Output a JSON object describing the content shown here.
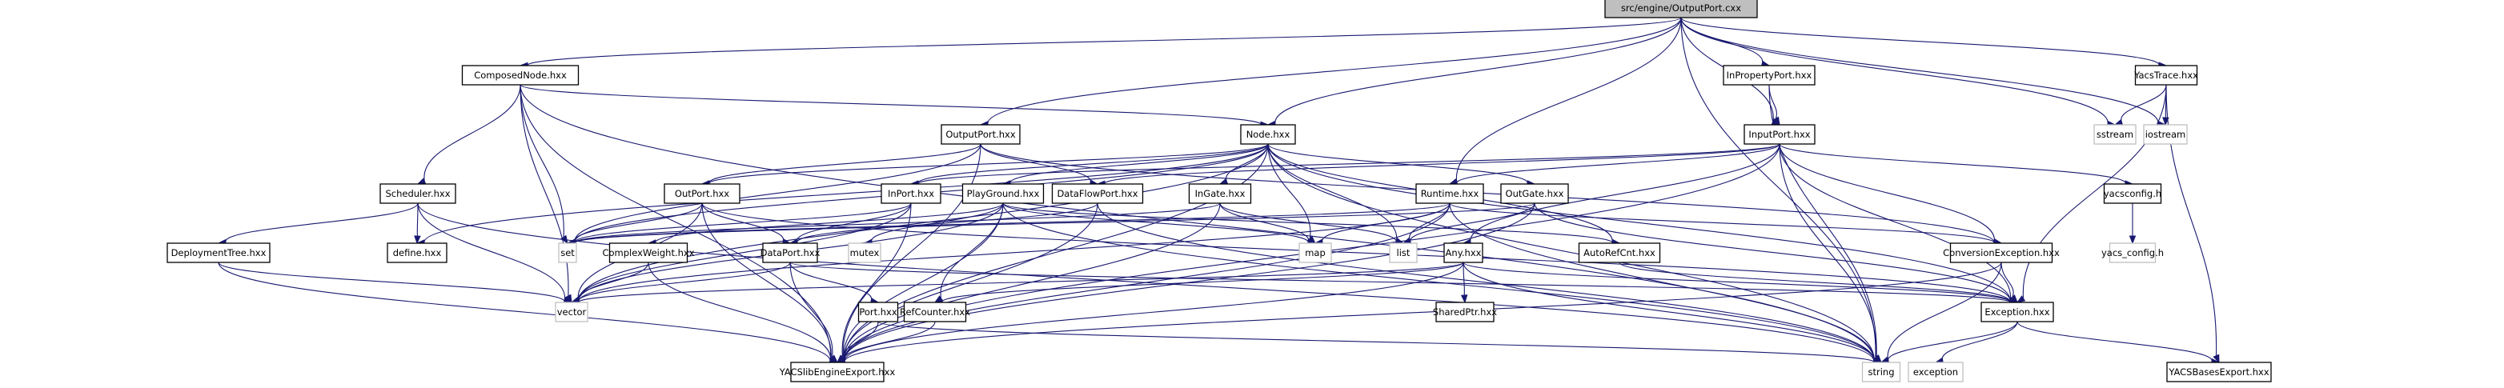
{
  "diagram": {
    "title": "src/engine/OutputPort.cxx",
    "type": "include-dependency-graph",
    "colors": {
      "edge": "#191970",
      "root_fill": "#bfbfbf",
      "node_border": "#000000",
      "external_border": "#bfbfbf"
    },
    "nodes": [
      {
        "id": "root",
        "label": "src/engine/OutputPort.cxx",
        "kind": "root"
      },
      {
        "id": "ComposedNode",
        "label": "ComposedNode.hxx",
        "kind": "local"
      },
      {
        "id": "InPropertyPort",
        "label": "InPropertyPort.hxx",
        "kind": "local"
      },
      {
        "id": "YacsTrace",
        "label": "YacsTrace.hxx",
        "kind": "local"
      },
      {
        "id": "OutputPort",
        "label": "OutputPort.hxx",
        "kind": "local"
      },
      {
        "id": "Node",
        "label": "Node.hxx",
        "kind": "local"
      },
      {
        "id": "InputPort",
        "label": "InputPort.hxx",
        "kind": "local"
      },
      {
        "id": "sstream",
        "label": "sstream",
        "kind": "external"
      },
      {
        "id": "iostream",
        "label": "iostream",
        "kind": "external"
      },
      {
        "id": "Scheduler",
        "label": "Scheduler.hxx",
        "kind": "local"
      },
      {
        "id": "OutPort",
        "label": "OutPort.hxx",
        "kind": "local"
      },
      {
        "id": "InPort",
        "label": "InPort.hxx",
        "kind": "local"
      },
      {
        "id": "PlayGround",
        "label": "PlayGround.hxx",
        "kind": "local"
      },
      {
        "id": "DataFlowPort",
        "label": "DataFlowPort.hxx",
        "kind": "local"
      },
      {
        "id": "InGate",
        "label": "InGate.hxx",
        "kind": "local"
      },
      {
        "id": "Runtime",
        "label": "Runtime.hxx",
        "kind": "local"
      },
      {
        "id": "OutGate",
        "label": "OutGate.hxx",
        "kind": "local"
      },
      {
        "id": "yacsconfig",
        "label": "yacsconfig.h",
        "kind": "local"
      },
      {
        "id": "DeploymentTree",
        "label": "DeploymentTree.hxx",
        "kind": "local"
      },
      {
        "id": "define",
        "label": "define.hxx",
        "kind": "local"
      },
      {
        "id": "set",
        "label": "set",
        "kind": "external"
      },
      {
        "id": "ComplexWeight",
        "label": "ComplexWeight.hxx",
        "kind": "local"
      },
      {
        "id": "DataPort",
        "label": "DataPort.hxx",
        "kind": "local"
      },
      {
        "id": "mutex",
        "label": "mutex",
        "kind": "external"
      },
      {
        "id": "map",
        "label": "map",
        "kind": "external"
      },
      {
        "id": "list",
        "label": "list",
        "kind": "external"
      },
      {
        "id": "Any",
        "label": "Any.hxx",
        "kind": "local"
      },
      {
        "id": "AutoRefCnt",
        "label": "AutoRefCnt.hxx",
        "kind": "local"
      },
      {
        "id": "ConversionException",
        "label": "ConversionException.hxx",
        "kind": "local"
      },
      {
        "id": "yacs_config",
        "label": "yacs_config.h",
        "kind": "external"
      },
      {
        "id": "vector",
        "label": "vector",
        "kind": "external"
      },
      {
        "id": "Port",
        "label": "Port.hxx",
        "kind": "local"
      },
      {
        "id": "RefCounter",
        "label": "RefCounter.hxx",
        "kind": "local"
      },
      {
        "id": "SharedPtr",
        "label": "SharedPtr.hxx",
        "kind": "local"
      },
      {
        "id": "Exception",
        "label": "Exception.hxx",
        "kind": "local"
      },
      {
        "id": "YACSlibEngineExport",
        "label": "YACSlibEngineExport.hxx",
        "kind": "local"
      },
      {
        "id": "string",
        "label": "string",
        "kind": "external"
      },
      {
        "id": "exception",
        "label": "exception",
        "kind": "external"
      },
      {
        "id": "YACSBasesExport",
        "label": "YACSBasesExport.hxx",
        "kind": "local"
      }
    ],
    "edges": [
      [
        "root",
        "ComposedNode"
      ],
      [
        "root",
        "OutputPort"
      ],
      [
        "root",
        "Node"
      ],
      [
        "root",
        "Runtime"
      ],
      [
        "root",
        "InputPort"
      ],
      [
        "root",
        "InPropertyPort"
      ],
      [
        "root",
        "YacsTrace"
      ],
      [
        "root",
        "sstream"
      ],
      [
        "root",
        "iostream"
      ],
      [
        "root",
        "string"
      ],
      [
        "ComposedNode",
        "Node"
      ],
      [
        "ComposedNode",
        "Scheduler"
      ],
      [
        "ComposedNode",
        "set"
      ],
      [
        "ComposedNode",
        "vector"
      ],
      [
        "ComposedNode",
        "YACSlibEngineExport"
      ],
      [
        "ComposedNode",
        "string"
      ],
      [
        "InPropertyPort",
        "InputPort"
      ],
      [
        "InPropertyPort",
        "string"
      ],
      [
        "YacsTrace",
        "sstream"
      ],
      [
        "YacsTrace",
        "iostream"
      ],
      [
        "YacsTrace",
        "Exception"
      ],
      [
        "YacsTrace",
        "YACSBasesExport"
      ],
      [
        "OutputPort",
        "OutPort"
      ],
      [
        "OutputPort",
        "DataFlowPort"
      ],
      [
        "OutputPort",
        "ConversionException"
      ],
      [
        "OutputPort",
        "set"
      ],
      [
        "OutputPort",
        "YACSlibEngineExport"
      ],
      [
        "Node",
        "InPort"
      ],
      [
        "Node",
        "OutPort"
      ],
      [
        "Node",
        "PlayGround"
      ],
      [
        "Node",
        "InGate"
      ],
      [
        "Node",
        "OutGate"
      ],
      [
        "Node",
        "Exception"
      ],
      [
        "Node",
        "map"
      ],
      [
        "Node",
        "list"
      ],
      [
        "Node",
        "set"
      ],
      [
        "Node",
        "vector"
      ],
      [
        "Node",
        "string"
      ],
      [
        "Node",
        "define"
      ],
      [
        "Node",
        "YACSlibEngineExport"
      ],
      [
        "Node",
        "AutoRefCnt"
      ],
      [
        "InputPort",
        "InPort"
      ],
      [
        "InputPort",
        "DataFlowPort"
      ],
      [
        "InputPort",
        "Runtime"
      ],
      [
        "InputPort",
        "Any"
      ],
      [
        "InputPort",
        "ConversionException"
      ],
      [
        "InputPort",
        "Exception"
      ],
      [
        "InputPort",
        "yacsconfig"
      ],
      [
        "InputPort",
        "string"
      ],
      [
        "InputPort",
        "YACSlibEngineExport"
      ],
      [
        "Scheduler",
        "DeploymentTree"
      ],
      [
        "Scheduler",
        "define"
      ],
      [
        "Scheduler",
        "vector"
      ],
      [
        "Scheduler",
        "string"
      ],
      [
        "OutPort",
        "DataPort"
      ],
      [
        "OutPort",
        "set"
      ],
      [
        "OutPort",
        "vector"
      ],
      [
        "OutPort",
        "Exception"
      ],
      [
        "OutPort",
        "YACSlibEngineExport"
      ],
      [
        "InPort",
        "DataPort"
      ],
      [
        "InPort",
        "set"
      ],
      [
        "InPort",
        "vector"
      ],
      [
        "InPort",
        "YACSlibEngineExport"
      ],
      [
        "PlayGround",
        "ComplexWeight"
      ],
      [
        "PlayGround",
        "mutex"
      ],
      [
        "PlayGround",
        "map"
      ],
      [
        "PlayGround",
        "vector"
      ],
      [
        "PlayGround",
        "RefCounter"
      ],
      [
        "PlayGround",
        "string"
      ],
      [
        "PlayGround",
        "AutoRefCnt"
      ],
      [
        "PlayGround",
        "YACSlibEngineExport"
      ],
      [
        "DataFlowPort",
        "DataPort"
      ],
      [
        "DataFlowPort",
        "string"
      ],
      [
        "DataFlowPort",
        "YACSlibEngineExport"
      ],
      [
        "InGate",
        "list"
      ],
      [
        "InGate",
        "map"
      ],
      [
        "InGate",
        "set"
      ],
      [
        "InGate",
        "YACSlibEngineExport"
      ],
      [
        "Runtime",
        "set"
      ],
      [
        "Runtime",
        "map"
      ],
      [
        "Runtime",
        "list"
      ],
      [
        "Runtime",
        "vector"
      ],
      [
        "Runtime",
        "string"
      ],
      [
        "Runtime",
        "ConversionException"
      ],
      [
        "Runtime",
        "YACSlibEngineExport"
      ],
      [
        "OutGate",
        "list"
      ],
      [
        "OutGate",
        "set"
      ],
      [
        "OutGate",
        "Exception"
      ],
      [
        "OutGate",
        "YACSlibEngineExport"
      ],
      [
        "yacsconfig",
        "yacs_config"
      ],
      [
        "DeploymentTree",
        "vector"
      ],
      [
        "DeploymentTree",
        "YACSlibEngineExport"
      ],
      [
        "ComplexWeight",
        "vector"
      ],
      [
        "ComplexWeight",
        "YACSlibEngineExport"
      ],
      [
        "DataPort",
        "Port"
      ],
      [
        "DataPort",
        "vector"
      ],
      [
        "DataPort",
        "Exception"
      ],
      [
        "DataPort",
        "YACSlibEngineExport"
      ],
      [
        "Any",
        "SharedPtr"
      ],
      [
        "Any",
        "Exception"
      ],
      [
        "Any",
        "vector"
      ],
      [
        "Any",
        "RefCounter"
      ],
      [
        "Any",
        "string"
      ],
      [
        "Any",
        "YACSlibEngineExport"
      ],
      [
        "AutoRefCnt",
        "Exception"
      ],
      [
        "ConversionException",
        "Exception"
      ],
      [
        "ConversionException",
        "string"
      ],
      [
        "ConversionException",
        "YACSlibEngineExport"
      ],
      [
        "Port",
        "YACSlibEngineExport"
      ],
      [
        "Port",
        "string"
      ],
      [
        "RefCounter",
        "YACSlibEngineExport"
      ],
      [
        "Exception",
        "string"
      ],
      [
        "Exception",
        "exception"
      ],
      [
        "Exception",
        "YACSBasesExport"
      ]
    ]
  }
}
